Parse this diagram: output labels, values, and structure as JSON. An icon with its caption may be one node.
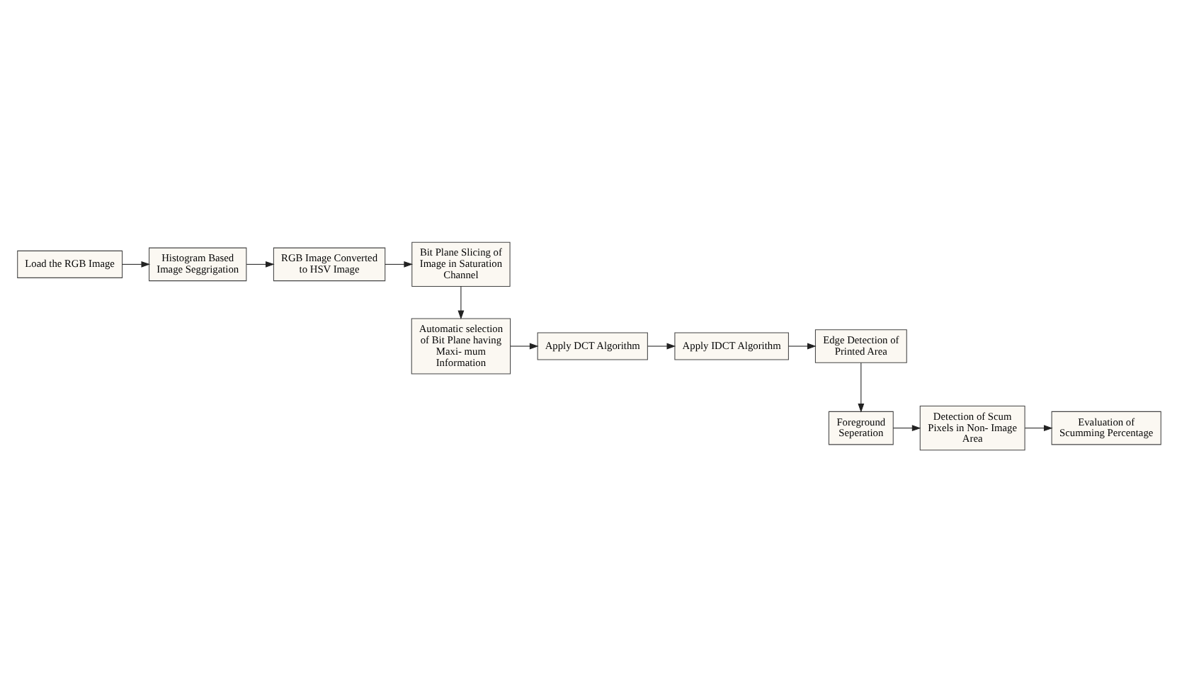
{
  "diagram": {
    "nodes": [
      {
        "text": [
          "Load the RGB Image"
        ]
      },
      {
        "text": [
          "Histogram Based Image Seggrigation"
        ]
      },
      {
        "text": [
          "RGB Image Converted to HSV Image"
        ]
      },
      {
        "text": [
          "Bit Plane Slicing of Image in Saturation Channel"
        ]
      },
      {
        "text": [
          "Automatic selection of Bit Plane having Maxi- mum Information"
        ]
      },
      {
        "text": [
          "Apply DCT Algorithm"
        ]
      },
      {
        "text": [
          "Apply IDCT Algorithm"
        ]
      },
      {
        "text": [
          "Edge Detection of Printed Area"
        ]
      },
      {
        "text": [
          "Foreground Seperation"
        ]
      },
      {
        "text": [
          "Detection of Scum Pixels in Non- Image Area"
        ]
      },
      {
        "text": [
          "Evaluation of Scumming Percentage"
        ]
      }
    ],
    "edges": [
      {
        "from": 0,
        "to": 1,
        "arrow": "to"
      },
      {
        "from": 1,
        "to": 2,
        "arrow": "to"
      },
      {
        "from": 2,
        "to": 3,
        "arrow": "to"
      },
      {
        "from": 3,
        "to": 4,
        "arrow": "to"
      },
      {
        "from": 4,
        "to": 5,
        "arrow": "to"
      },
      {
        "from": 5,
        "to": 6,
        "arrow": "to"
      },
      {
        "from": 6,
        "to": 7,
        "arrow": "to"
      },
      {
        "from": 7,
        "to": 8,
        "arrow": "to"
      },
      {
        "from": 8,
        "to": 9,
        "arrow": "to"
      },
      {
        "from": 9,
        "to": 10,
        "arrow": "to"
      }
    ]
  }
}
